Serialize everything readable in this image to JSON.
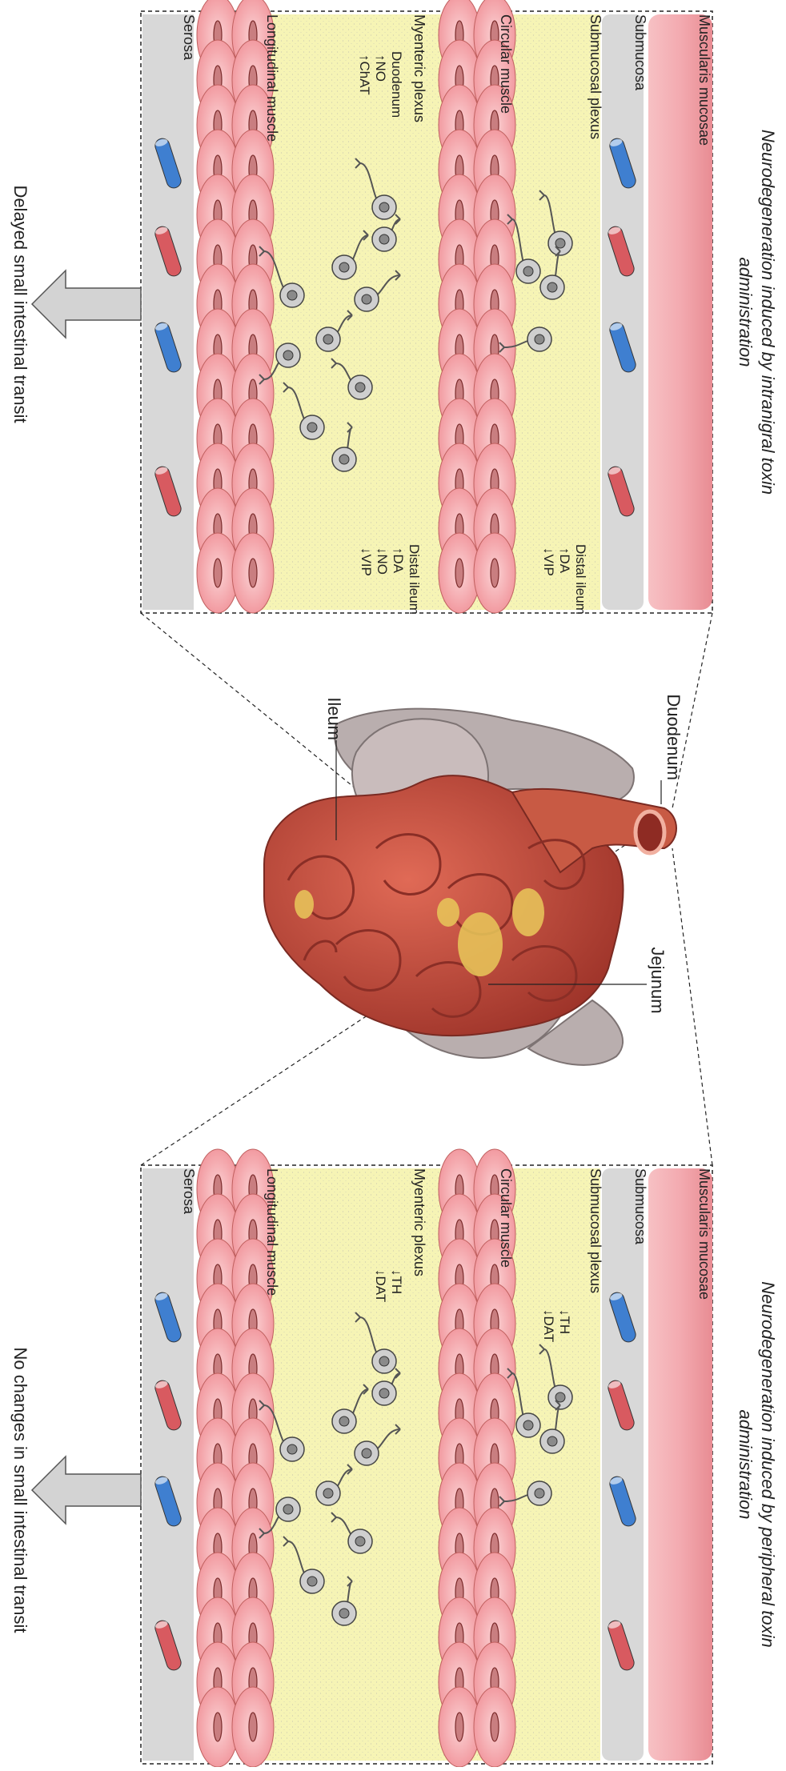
{
  "panels": [
    {
      "title_line1": "Neurodegeneration induced by intranigral toxin",
      "title_line2": "administration",
      "layers": {
        "muscularis_mucosae": "Muscularis mucosae",
        "submucosa": "Submucosa",
        "submucosal_plexus": "Submucosal plexus",
        "circular_muscle": "Circular muscle",
        "myenteric_plexus": "Myenteric plexus",
        "longitudinal_muscle": "Longitudinal muscle",
        "serosa": "Serosa"
      },
      "annotations": [
        {
          "title": "Duodenum",
          "lines": [
            "↑NO",
            "↑ChAT"
          ]
        },
        {
          "title": "Distal ileum",
          "lines": [
            "↑DA",
            "↓VIP"
          ]
        },
        {
          "title": "Distal ileum",
          "lines": [
            "↑DA",
            "↓NO",
            "↓VIP"
          ]
        }
      ],
      "outcome": "Delayed small intestinal transit"
    },
    {
      "title_line1": "Neurodegeneration induced by peripheral toxin",
      "title_line2": "administration",
      "layers": {
        "muscularis_mucosae": "Muscularis mucosae",
        "submucosa": "Submucosa",
        "submucosal_plexus": "Submucosal plexus",
        "circular_muscle": "Circular muscle",
        "myenteric_plexus": "Myenteric plexus",
        "longitudinal_muscle": "Longitudinal muscle",
        "serosa": "Serosa"
      },
      "annotations": [
        {
          "title": "",
          "lines": [
            "↓TH",
            "↓DAT"
          ]
        },
        {
          "title": "",
          "lines": [
            "↓TH",
            "↓DAT"
          ]
        }
      ],
      "outcome": "No changes in small intestinal transit"
    }
  ],
  "intestine_labels": {
    "duodenum": "Duodenum",
    "jejunum": "Jejunum",
    "ileum": "Ileum"
  },
  "colors": {
    "mucosa": "#f4b4b8",
    "submucosa": "#d7d7d7",
    "plexus_bg": "#f6f4b5",
    "muscle": "#f6a9ae",
    "muscle_edge": "#c0605f",
    "vessel_blue": "#3f7fd0",
    "vessel_red": "#d85a60",
    "intestine": "#c0473d"
  }
}
